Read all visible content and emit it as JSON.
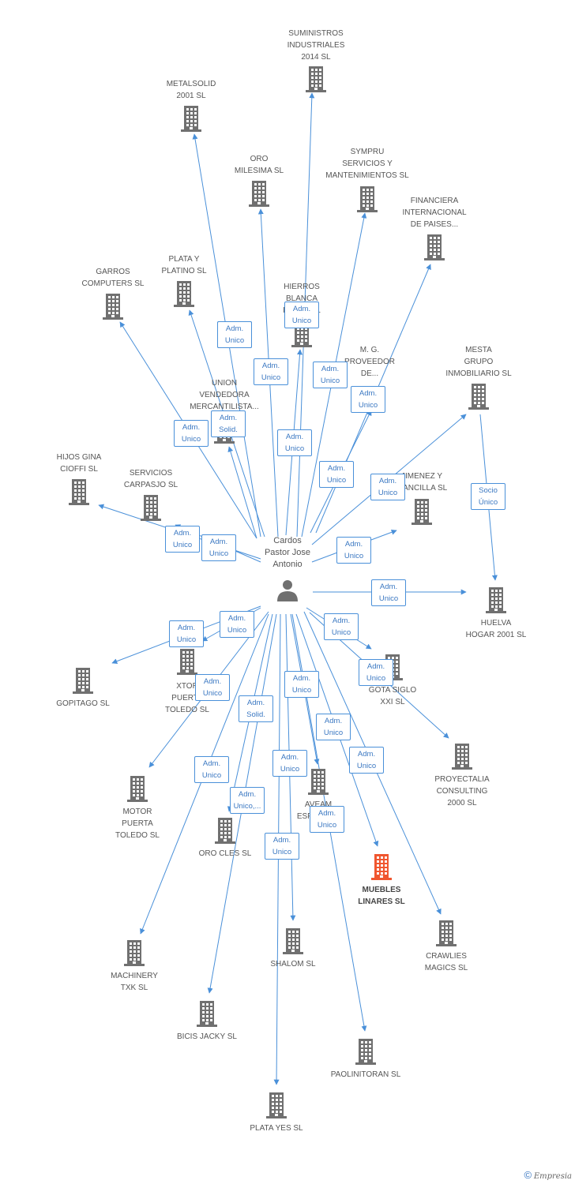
{
  "colors": {
    "edge": "#4a90d9",
    "node": "#707070",
    "node_highlight": "#f0562f",
    "text": "#555555"
  },
  "center": {
    "name": "Cardos\nPastor Jose\nAntonio",
    "icon": "person-icon"
  },
  "nodes": [
    {
      "id": "suministros",
      "label": "SUMINISTROS\nINDUSTRIALES\n2014  SL"
    },
    {
      "id": "metalsolid",
      "label": "METALSOLID\n2001 SL"
    },
    {
      "id": "oro-milesima",
      "label": "ORO\nMILESIMA SL"
    },
    {
      "id": "sympru",
      "label": "SYMPRU\nSERVICIOS Y\nMANTENIMIENTOS SL"
    },
    {
      "id": "financiera",
      "label": "FINANCIERA\nINTERNACIONAL\nDE PAISES..."
    },
    {
      "id": "garros",
      "label": "GARROS\nCOMPUTERS SL"
    },
    {
      "id": "plata-platino",
      "label": "PLATA Y\nPLATINO SL"
    },
    {
      "id": "hierros",
      "label": "HIERROS\nBLANCA\nPALMA SL"
    },
    {
      "id": "mg-proveedor",
      "label": "M. G.\nPROVEEDOR\nDE..."
    },
    {
      "id": "mesta",
      "label": "MESTA\nGRUPO\nINMOBILIARIO SL"
    },
    {
      "id": "union",
      "label": "UNION\nVENDEDORA\nMERCANTILISTA..."
    },
    {
      "id": "hijos-gina",
      "label": "HIJOS GINA\nCIOFFI SL"
    },
    {
      "id": "servicios-carpasjo",
      "label": "SERVICIOS\nCARPASJO  SL"
    },
    {
      "id": "jimenez",
      "label": "JIMENEZ Y\nMANCILLA SL"
    },
    {
      "id": "huelva",
      "label": "HUELVA\nHOGAR 2001 SL"
    },
    {
      "id": "gopitago",
      "label": "GOPITAGO SL"
    },
    {
      "id": "xtor",
      "label": "XTOR\nPUERTA\nTOLEDO SL"
    },
    {
      "id": "gota",
      "label": "GOTA SIGLO\nXXI SL"
    },
    {
      "id": "proyectalia",
      "label": "PROYECTALIA\nCONSULTING\n2000 SL"
    },
    {
      "id": "motor-puerta",
      "label": "MOTOR\nPUERTA\nTOLEDO  SL"
    },
    {
      "id": "aveam",
      "label": "AVEAM\nESPAÑA SL"
    },
    {
      "id": "oro-cles",
      "label": "ORO CLES SL"
    },
    {
      "id": "muebles",
      "label": "MUEBLES\nLINARES SL",
      "highlight": true
    },
    {
      "id": "crawlies",
      "label": "CRAWLIES\nMAGICS SL"
    },
    {
      "id": "machinery",
      "label": "MACHINERY\nTXK SL"
    },
    {
      "id": "shalom",
      "label": "SHALOM SL"
    },
    {
      "id": "bicis-jacky",
      "label": "BICIS JACKY SL"
    },
    {
      "id": "paolinitoran",
      "label": "PAOLINITORAN SL"
    },
    {
      "id": "plata-yes",
      "label": "PLATA YES SL"
    }
  ],
  "edges": [
    {
      "from": "center",
      "to": "suministros",
      "label": "Adm.\nUnico"
    },
    {
      "from": "center",
      "to": "metalsolid",
      "label": "Adm.\nUnico"
    },
    {
      "from": "center",
      "to": "oro-milesima",
      "label": "Adm.\nUnico"
    },
    {
      "from": "center",
      "to": "sympru",
      "label": "Adm.\nUnico"
    },
    {
      "from": "center",
      "to": "mg-proveedor",
      "label": "Adm.\nUnico"
    },
    {
      "from": "center",
      "to": "financiera",
      "label": "Adm.\nUnico"
    },
    {
      "from": "center",
      "to": "garros",
      "label": "Adm.\nUnico"
    },
    {
      "from": "center",
      "to": "plata-platino",
      "label": "Adm.\nUnico"
    },
    {
      "from": "center",
      "to": "hierros",
      "label": "Adm.\nUnico"
    },
    {
      "from": "center",
      "to": "union",
      "label": "Adm.\nSolid."
    },
    {
      "from": "center",
      "to": "mesta",
      "label": "Adm.\nUnico"
    },
    {
      "from": "center",
      "to": "hijos-gina",
      "label": "Adm.\nUnico"
    },
    {
      "from": "center",
      "to": "servicios-carpasjo",
      "label": "Adm.\nUnico"
    },
    {
      "from": "center",
      "to": "jimenez",
      "label": "Adm.\nUnico"
    },
    {
      "from": "center",
      "to": "huelva",
      "label": "Adm.\nUnico"
    },
    {
      "from": "mesta",
      "to": "huelva",
      "label": "Socio\nÚnico"
    },
    {
      "from": "center",
      "to": "gopitago",
      "label": "Adm.\nUnico"
    },
    {
      "from": "center",
      "to": "xtor",
      "label": "Adm.\nUnico"
    },
    {
      "from": "center",
      "to": "gota",
      "label": "Adm.\nUnico"
    },
    {
      "from": "center",
      "to": "proyectalia",
      "label": "Adm.\nUnico"
    },
    {
      "from": "center",
      "to": "motor-puerta",
      "label": "Adm.\nUnico"
    },
    {
      "from": "center",
      "to": "aveam",
      "label": "Adm.\nUnico"
    },
    {
      "from": "center",
      "to": "oro-cles",
      "label": "Adm.\nUnico,..."
    },
    {
      "from": "center",
      "to": "muebles",
      "label": "Adm.\nUnico"
    },
    {
      "from": "center",
      "to": "crawlies",
      "label": "Adm.\nUnico"
    },
    {
      "from": "center",
      "to": "machinery",
      "label": "Adm.\nUnico"
    },
    {
      "from": "center",
      "to": "shalom",
      "label": "Adm.\nUnico"
    },
    {
      "from": "center",
      "to": "bicis-jacky",
      "label": "Adm.\nSolid."
    },
    {
      "from": "center",
      "to": "paolinitoran",
      "label": "Adm.\nUnico"
    },
    {
      "from": "center",
      "to": "plata-yes",
      "label": "Adm.\nUnico"
    }
  ],
  "footer": {
    "copyright": "©",
    "brand": "Empresia"
  }
}
